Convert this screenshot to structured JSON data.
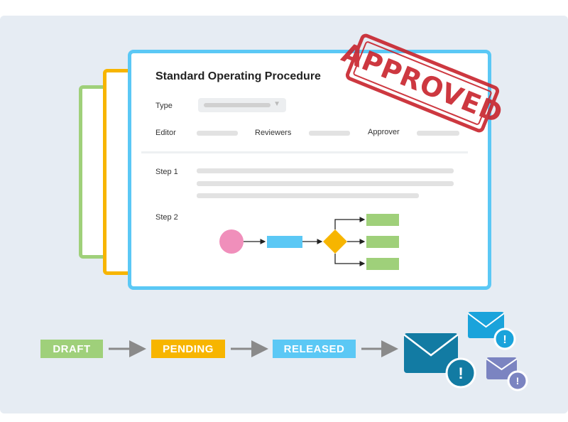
{
  "document": {
    "title": "Standard Operating Procedure",
    "type_label": "Type",
    "select_caret": "▼",
    "editor_label": "Editor",
    "reviewers_label": "Reviewers",
    "approver_label": "Approver",
    "step1_label": "Step 1",
    "step2_label": "Step 2"
  },
  "stamp": {
    "text": "APPROVED",
    "color": "#c8232c"
  },
  "workflow": {
    "statuses": [
      {
        "label": "DRAFT",
        "color": "#9fd07a"
      },
      {
        "label": "PENDING",
        "color": "#f7b500"
      },
      {
        "label": "RELEASED",
        "color": "#5bc8f5"
      }
    ]
  },
  "notifications": {
    "badge": "!",
    "colors": [
      "#127ba3",
      "#1aa3db",
      "#7b84c1"
    ]
  },
  "colors": {
    "green": "#9fd07a",
    "yellow": "#f7b500",
    "blue": "#5bc8f5",
    "pink": "#f08fbb",
    "background": "#e6ecf3"
  }
}
